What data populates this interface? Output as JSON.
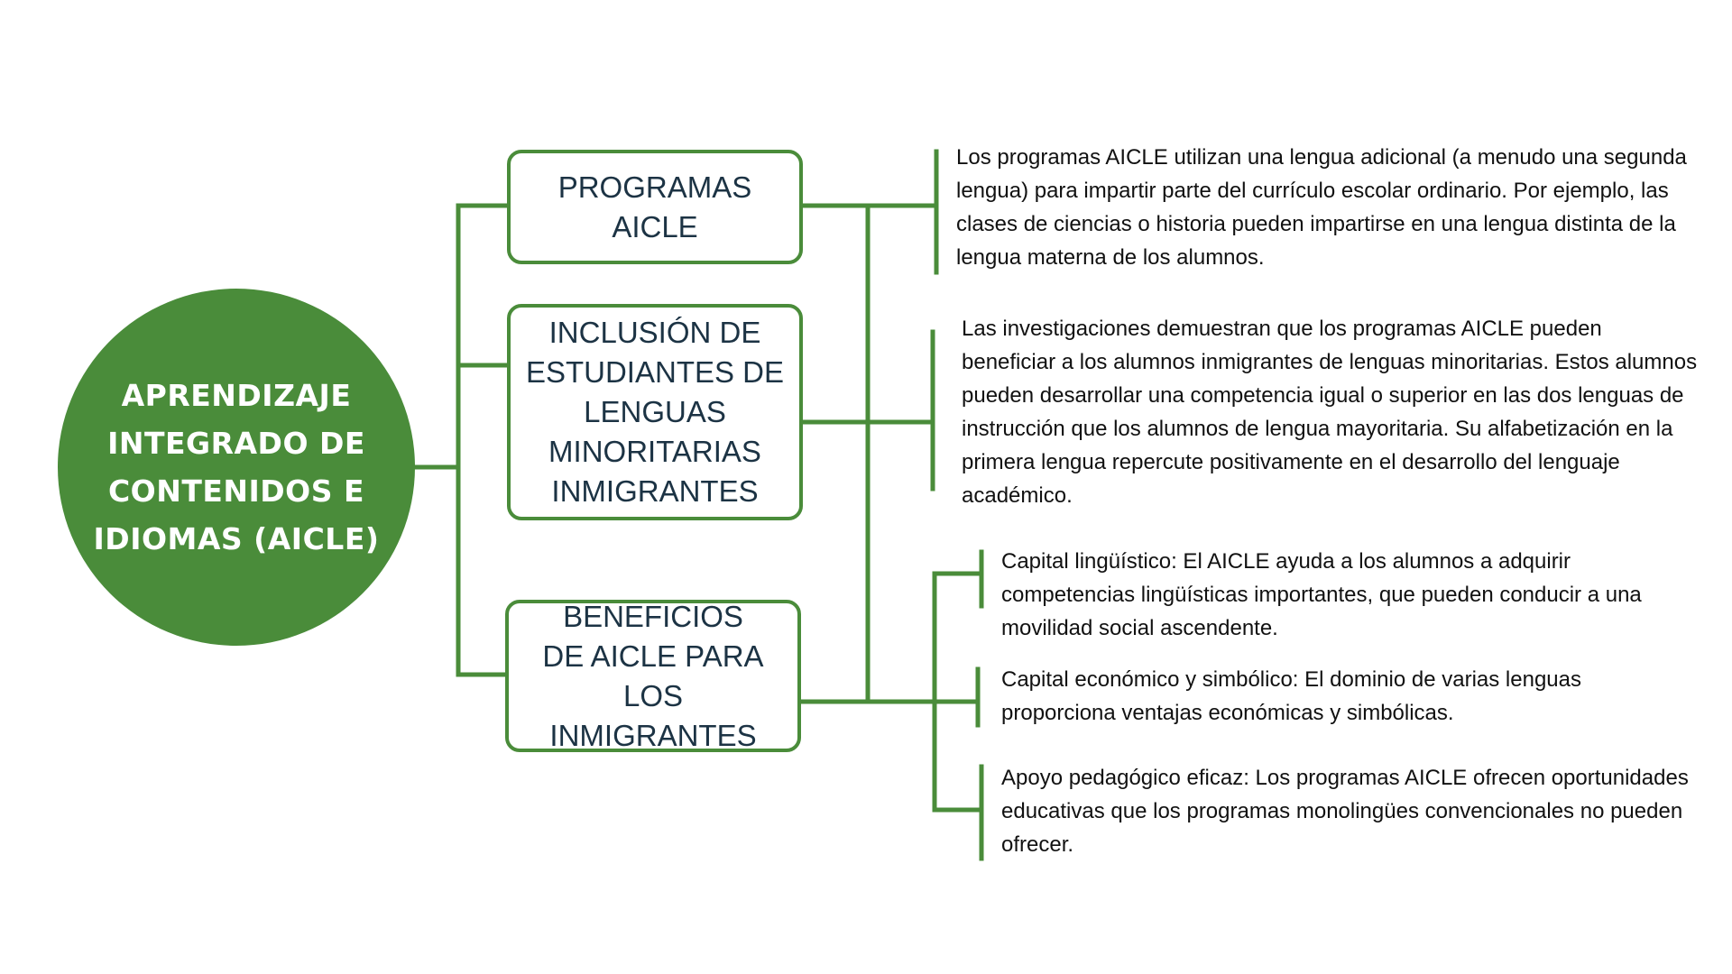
{
  "colors": {
    "accent": "#4a8c3a",
    "box_text": "#1c3344",
    "body_text": "#111111"
  },
  "central_topic": {
    "label": "APRENDIZAJE INTEGRADO DE CONTENIDOS E IDIOMAS (AICLE)"
  },
  "branches": [
    {
      "label": "PROGRAMAS AICLE"
    },
    {
      "label": "INCLUSIÓN DE ESTUDIANTES DE LENGUAS MINORITARIAS INMIGRANTES"
    },
    {
      "label": "BENEFICIOS DE AICLE PARA LOS INMIGRANTES"
    }
  ],
  "descriptions": {
    "programas": "Los programas AICLE utilizan una lengua adicional (a menudo una segunda lengua) para impartir parte del currículo escolar ordinario. Por ejemplo, las clases de ciencias o historia pueden impartirse en una lengua distinta de la lengua materna de los alumnos.",
    "inclusion": "Las investigaciones demuestran que los programas AICLE pueden beneficiar a los alumnos inmigrantes de lenguas minoritarias. Estos alumnos pueden desarrollar una competencia igual o superior en las dos lenguas de instrucción que los alumnos de lengua mayoritaria. Su alfabetización en la primera lengua repercute positivamente en el desarrollo del lenguaje académico.",
    "beneficios": [
      "Capital lingüístico: El AICLE ayuda a los alumnos a adquirir competencias lingüísticas importantes, que pueden conducir a una movilidad social ascendente.",
      "Capital económico y simbólico: El dominio de varias lenguas proporciona ventajas económicas y simbólicas.",
      "Apoyo pedagógico eficaz: Los programas AICLE ofrecen oportunidades educativas que los programas monolingües convencionales no pueden ofrecer."
    ]
  }
}
